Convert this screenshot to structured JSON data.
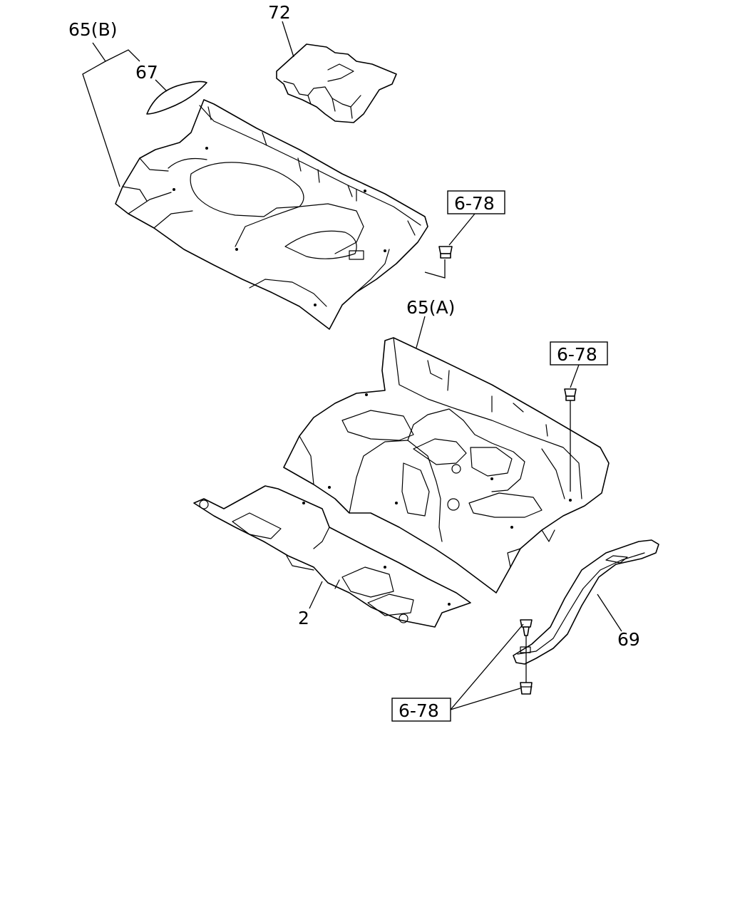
{
  "callouts": {
    "c65b": "65(B)",
    "c67": "67",
    "c72": "72",
    "c65a": "65(A)",
    "c2": "2",
    "c69": "69"
  },
  "refs": {
    "r1": "6-78",
    "r2": "6-78",
    "r3": "6-78"
  }
}
